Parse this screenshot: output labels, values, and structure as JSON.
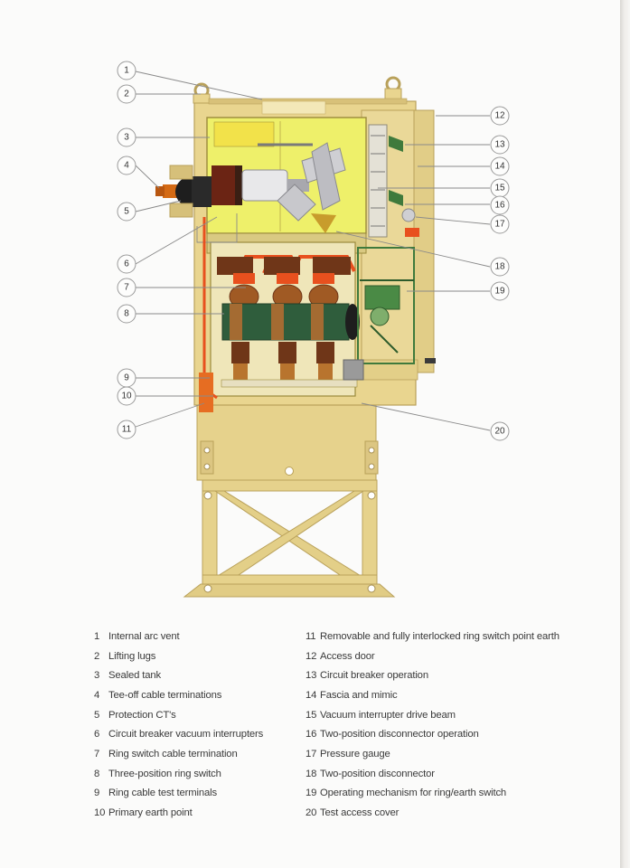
{
  "callouts": [
    {
      "n": "1"
    },
    {
      "n": "2"
    },
    {
      "n": "3"
    },
    {
      "n": "4"
    },
    {
      "n": "5"
    },
    {
      "n": "6"
    },
    {
      "n": "7"
    },
    {
      "n": "8"
    },
    {
      "n": "9"
    },
    {
      "n": "10"
    },
    {
      "n": "11"
    },
    {
      "n": "12"
    },
    {
      "n": "13"
    },
    {
      "n": "14"
    },
    {
      "n": "15"
    },
    {
      "n": "16"
    },
    {
      "n": "17"
    },
    {
      "n": "18"
    },
    {
      "n": "19"
    },
    {
      "n": "20"
    }
  ],
  "legend": [
    {
      "num": "1",
      "label": "Internal arc vent"
    },
    {
      "num": "2",
      "label": "Lifting lugs"
    },
    {
      "num": "3",
      "label": "Sealed tank"
    },
    {
      "num": "4",
      "label": "Tee-off cable terminations"
    },
    {
      "num": "5",
      "label": "Protection CT's"
    },
    {
      "num": "6",
      "label": "Circuit breaker vacuum interrupters"
    },
    {
      "num": "7",
      "label": "Ring switch cable termination"
    },
    {
      "num": "8",
      "label": "Three-position ring switch"
    },
    {
      "num": "9",
      "label": "Ring cable test terminals"
    },
    {
      "num": "10",
      "label": "Primary earth point"
    },
    {
      "num": "11",
      "label": "Removable and fully interlocked ring switch point earth"
    },
    {
      "num": "12",
      "label": "Access door"
    },
    {
      "num": "13",
      "label": "Circuit breaker operation"
    },
    {
      "num": "14",
      "label": "Fascia and mimic"
    },
    {
      "num": "15",
      "label": "Vacuum interrupter drive beam"
    },
    {
      "num": "16",
      "label": "Two-position disconnector operation"
    },
    {
      "num": "17",
      "label": "Pressure gauge"
    },
    {
      "num": "18",
      "label": "Two-position disconnector"
    },
    {
      "num": "19",
      "label": "Operating mechanism for ring/earth switch"
    },
    {
      "num": "20",
      "label": "Test access cover"
    }
  ],
  "colors": {
    "cabinet": "#e9d58f",
    "cabinet_edge": "#b9a15a",
    "tank": "#eef06a",
    "busbar": "#e8501e",
    "copper": "#8a4a1e",
    "switch_drum": "#2f5d3c",
    "mechanism": "#3f7a3c"
  }
}
